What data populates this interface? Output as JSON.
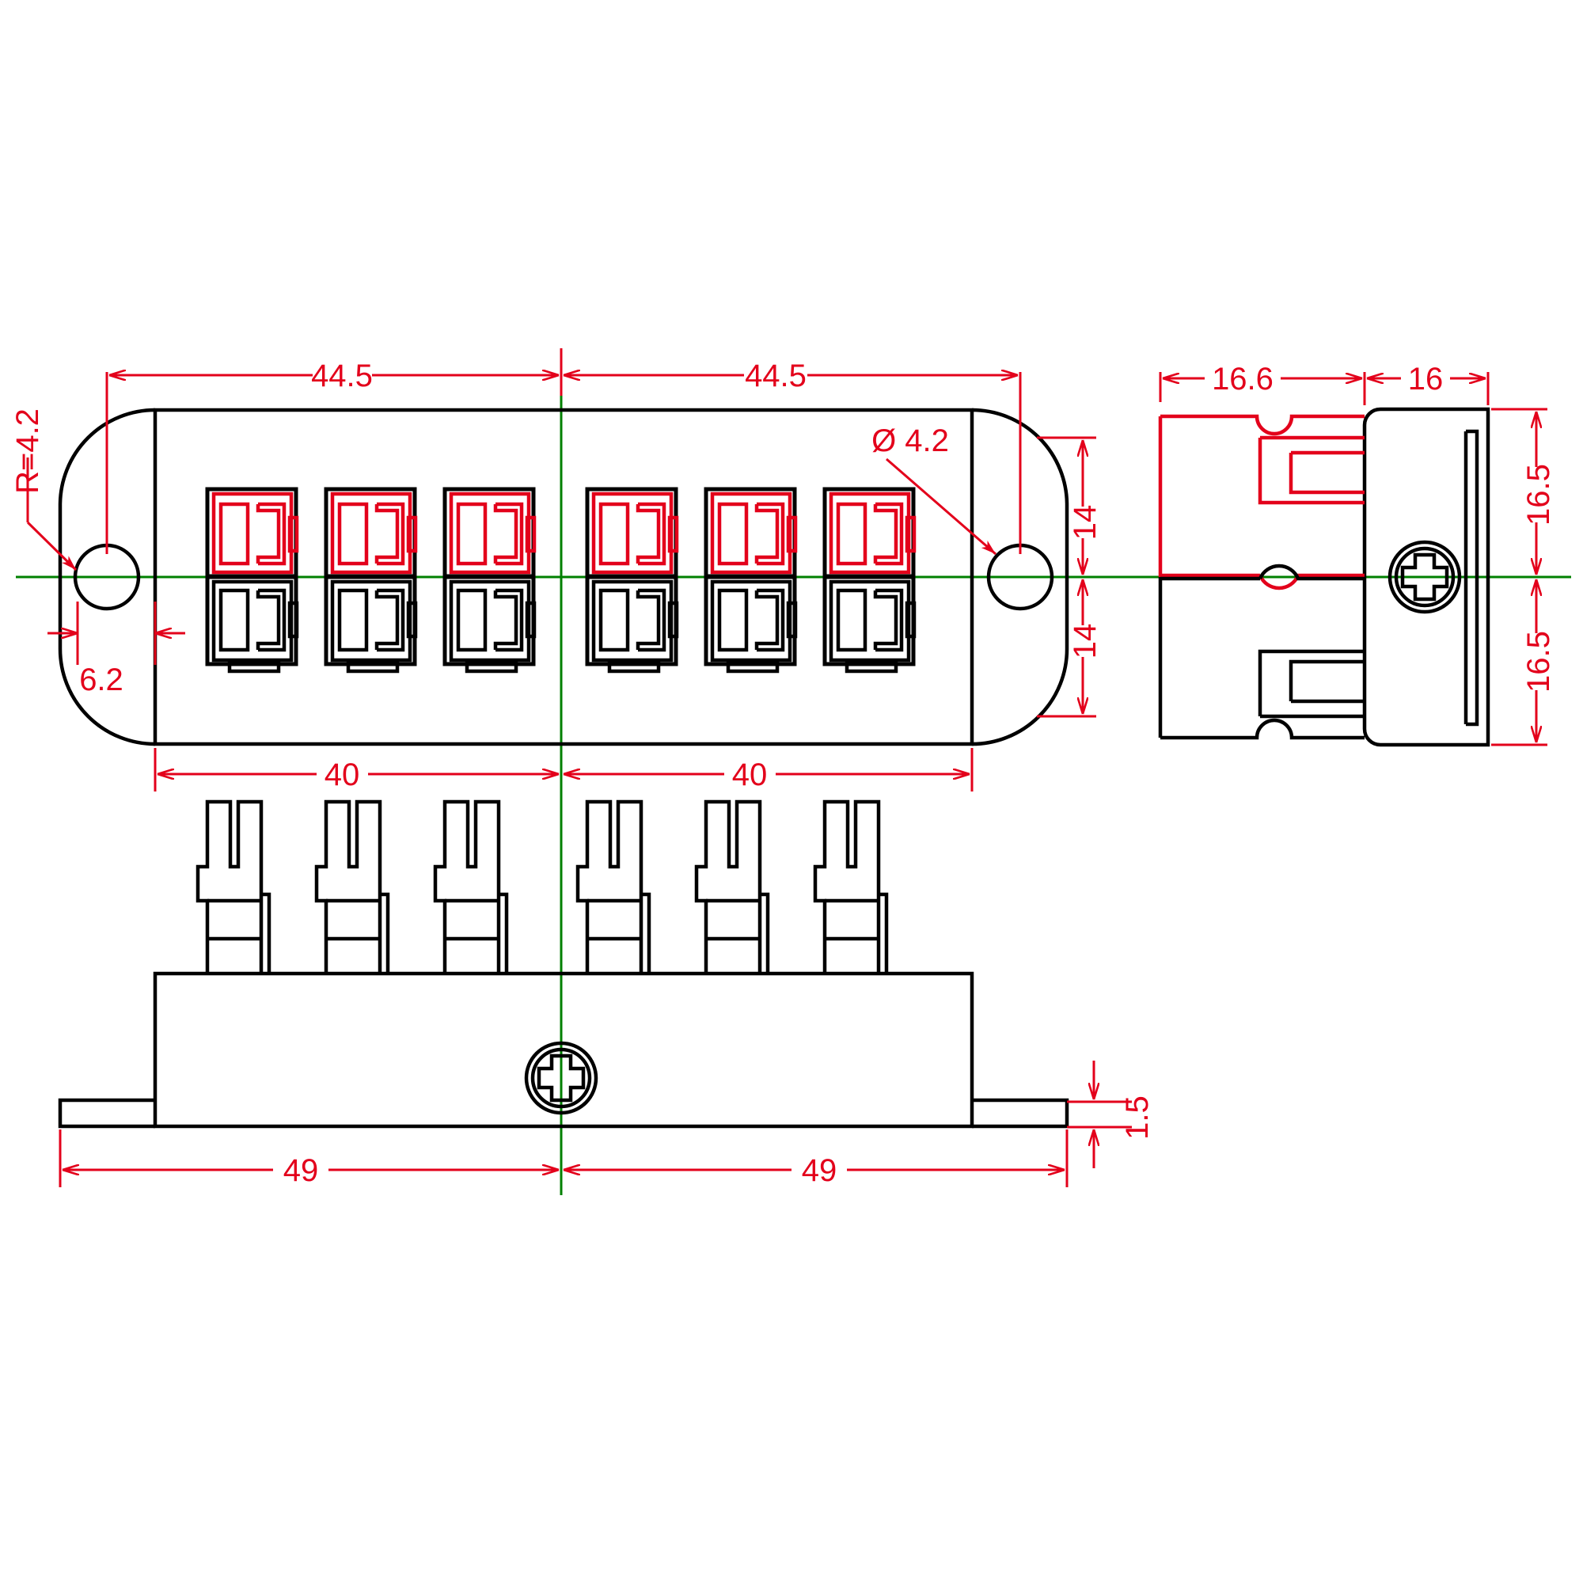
{
  "drawing": {
    "type": "engineering-drawing",
    "subject": "6-port keystone coupler panel / module faceplate",
    "units": "mm",
    "background_color": "#ffffff",
    "colors": {
      "outline": "#000000",
      "dimension": "#e3001b",
      "highlight": "#e3001b",
      "centerline": "#008000"
    },
    "views": [
      {
        "id": "front-view",
        "label": "front-view"
      },
      {
        "id": "side-view",
        "label": "side-view"
      },
      {
        "id": "bottom-view",
        "label": "bottom-view"
      }
    ],
    "port_count": 6
  },
  "dimensions": {
    "front_top_left": "44.5",
    "front_top_right": "44.5",
    "front_bottom_left": "40",
    "front_bottom_right": "40",
    "corner_radius": "R=4.2",
    "hole_offset": "6.2",
    "hole_diameter": "Ø 4.2",
    "front_half_height_top": "14",
    "front_half_height_bottom": "14",
    "side_depth_front": "16.6",
    "side_depth_body": "16",
    "side_half_height_top": "16.5",
    "side_half_height_bottom": "16.5",
    "bottom_half_width_left": "49",
    "bottom_half_width_right": "49",
    "flange_thickness": "1.5"
  }
}
